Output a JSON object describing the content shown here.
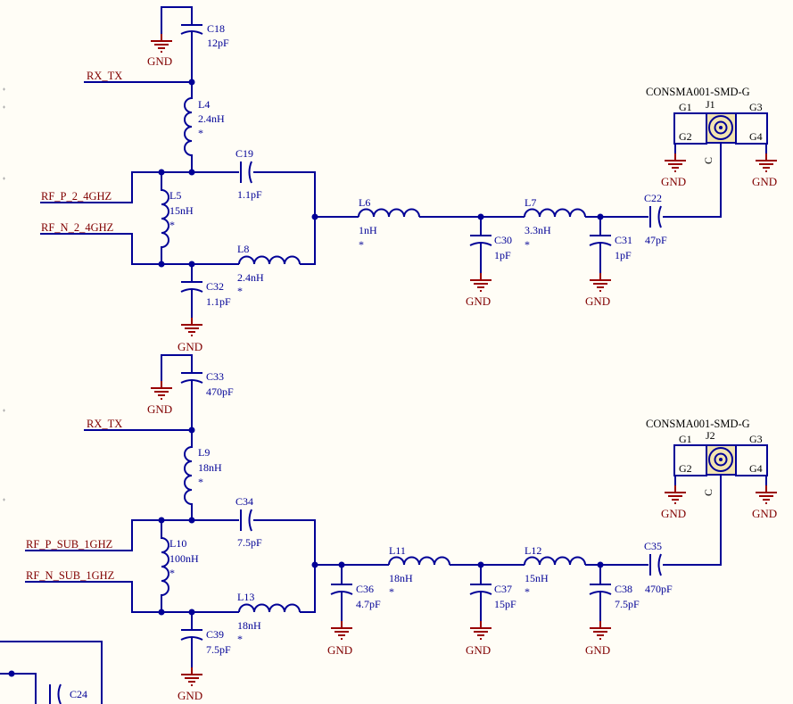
{
  "nets": {
    "rx_tx_1": "RX_TX",
    "rf_p_24": "RF_P_2_4GHZ",
    "rf_n_24": "RF_N_2_4GHZ",
    "rx_tx_2": "RX_TX",
    "rf_p_sub": "RF_P_SUB_1GHZ",
    "rf_n_sub": "RF_N_SUB_1GHZ"
  },
  "gnd_label": "GND",
  "star": "*",
  "components": {
    "C18": {
      "ref": "C18",
      "value": "12pF"
    },
    "L4": {
      "ref": "L4",
      "value": "2.4nH"
    },
    "C19": {
      "ref": "C19",
      "value": "1.1pF"
    },
    "L5": {
      "ref": "L5",
      "value": "15nH"
    },
    "L8": {
      "ref": "L8",
      "value": "2.4nH"
    },
    "C32": {
      "ref": "C32",
      "value": "1.1pF"
    },
    "L6": {
      "ref": "L6",
      "value": "1nH"
    },
    "C30": {
      "ref": "C30",
      "value": "1pF"
    },
    "L7": {
      "ref": "L7",
      "value": "3.3nH"
    },
    "C31": {
      "ref": "C31",
      "value": "1pF"
    },
    "C22": {
      "ref": "C22",
      "value": "47pF"
    },
    "C33": {
      "ref": "C33",
      "value": "470pF"
    },
    "L9": {
      "ref": "L9",
      "value": "18nH"
    },
    "C34": {
      "ref": "C34",
      "value": "7.5pF"
    },
    "L10": {
      "ref": "L10",
      "value": "100nH"
    },
    "L13": {
      "ref": "L13",
      "value": "18nH"
    },
    "C39": {
      "ref": "C39",
      "value": "7.5pF"
    },
    "C36": {
      "ref": "C36",
      "value": "4.7pF"
    },
    "L11": {
      "ref": "L11",
      "value": "18nH"
    },
    "C37": {
      "ref": "C37",
      "value": "15pF"
    },
    "L12": {
      "ref": "L12",
      "value": "15nH"
    },
    "C38": {
      "ref": "C38",
      "value": "7.5pF"
    },
    "C35": {
      "ref": "C35",
      "value": "470pF"
    },
    "C24": {
      "ref": "C24"
    }
  },
  "connectors": {
    "J1": {
      "ref": "J1",
      "part": "CONSMA001-SMD-G",
      "g1": "G1",
      "g2": "G2",
      "g3": "G3",
      "g4": "G4",
      "center": "C"
    },
    "J2": {
      "ref": "J2",
      "part": "CONSMA001-SMD-G",
      "g1": "G1",
      "g2": "G2",
      "g3": "G3",
      "g4": "G4",
      "center": "C"
    }
  }
}
